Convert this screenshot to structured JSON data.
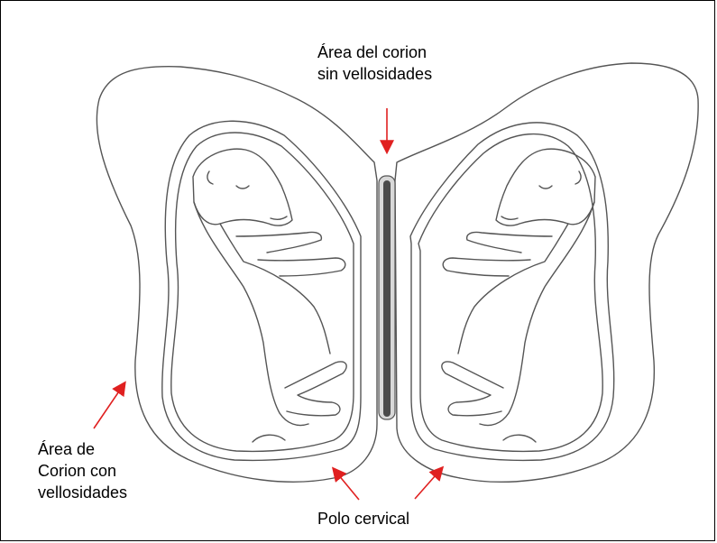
{
  "labels": {
    "corion_sin_line1": "Área del corion",
    "corion_sin_line2": "sin vellosidades",
    "corion_con_line1": "Área de",
    "corion_con_line2": "Corion con",
    "corion_con_line3": "vellosidades",
    "polo_cervical": "Polo cervical"
  },
  "colors": {
    "pencil": "#555555",
    "arrow": "#e02020",
    "divider": "#4a4a4a"
  }
}
